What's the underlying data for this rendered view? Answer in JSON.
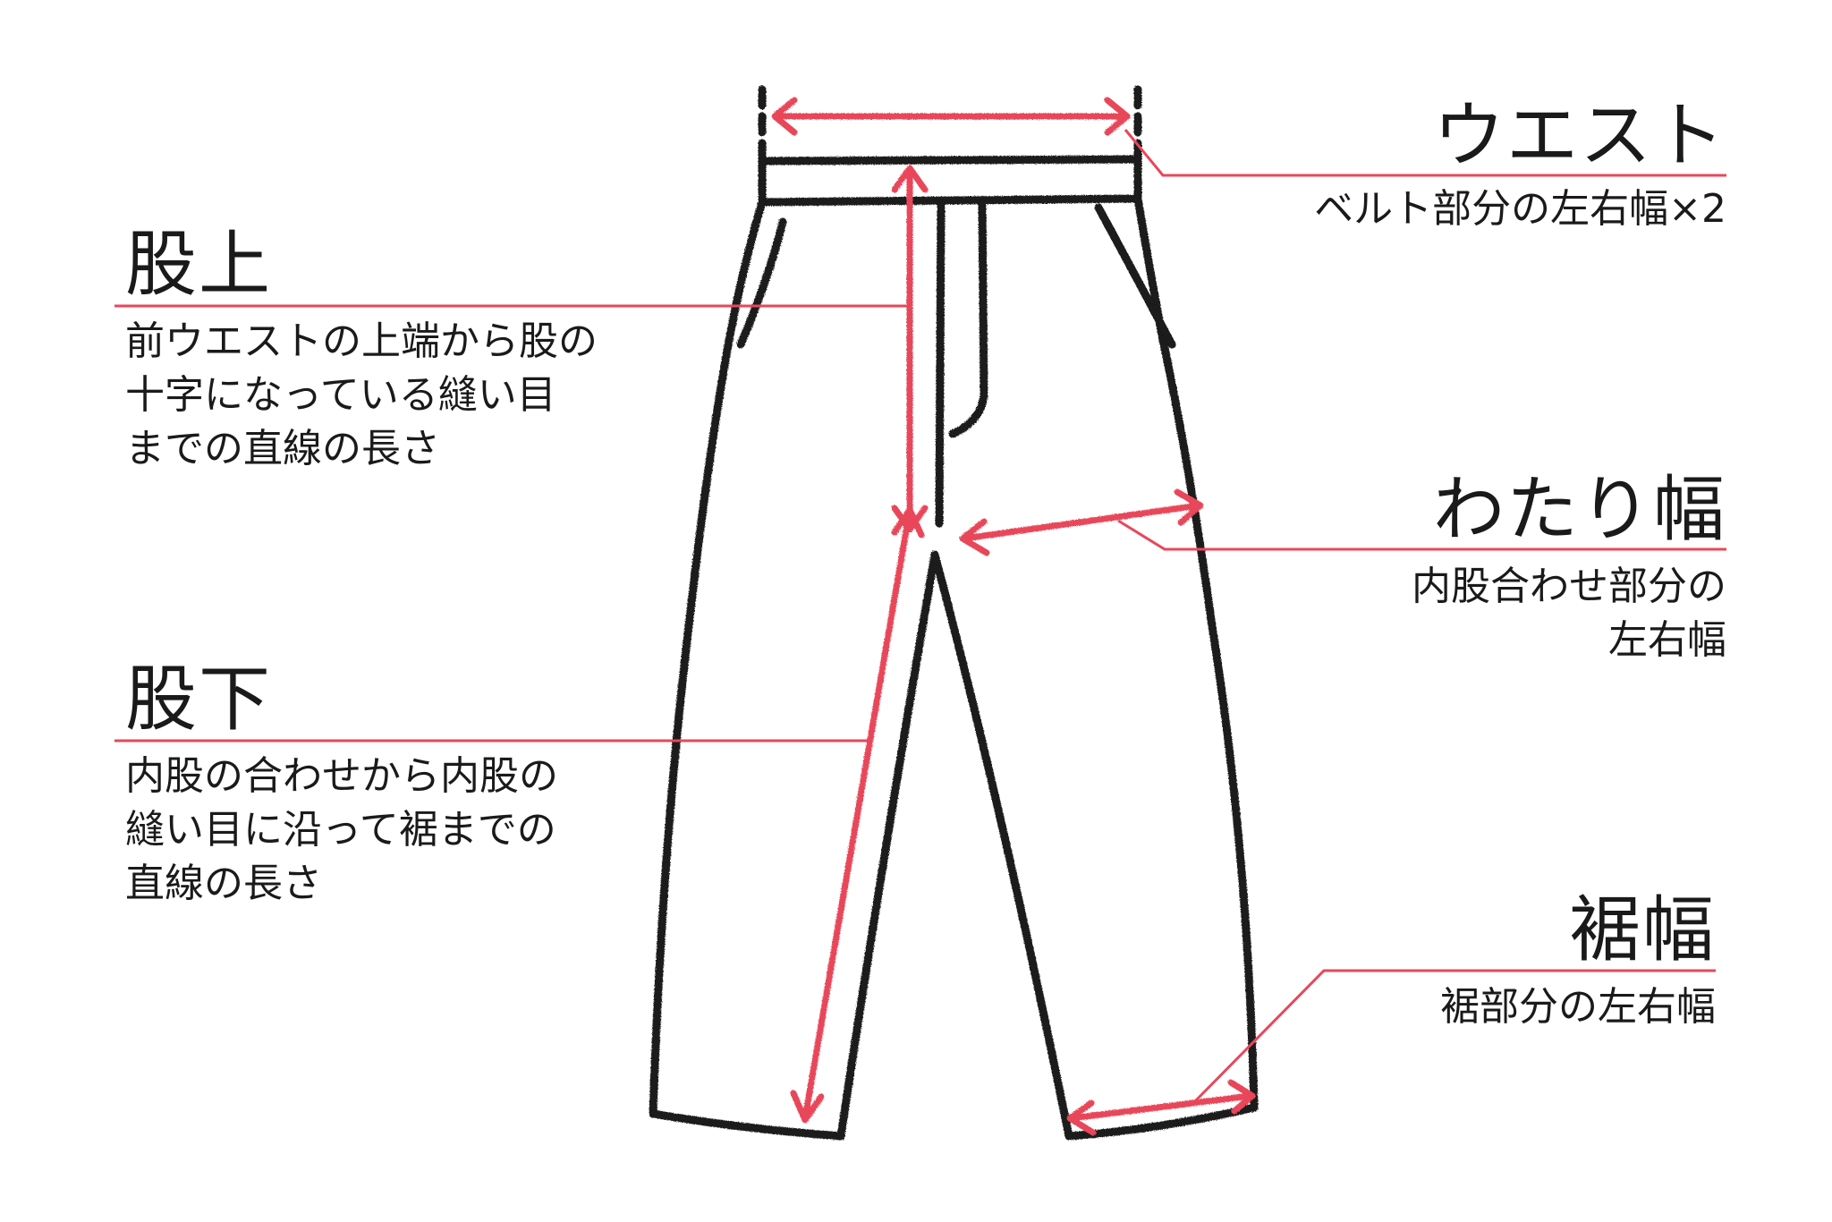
{
  "colors": {
    "accent": "#e8475a",
    "outline": "#1a1a1a",
    "background": "#ffffff"
  },
  "labels": {
    "waist": {
      "title": "ウエスト",
      "desc": "ベルト部分の左右幅×2"
    },
    "rise": {
      "title": "股上",
      "desc": "前ウエストの上端から股の\n十字になっている縫い目\nまでの直線の長さ"
    },
    "thigh": {
      "title": "わたり幅",
      "desc": "内股合わせ部分の\n左右幅"
    },
    "inseam": {
      "title": "股下",
      "desc": "内股の合わせから内股の\n縫い目に沿って裾までの\n直線の長さ"
    },
    "hem": {
      "title": "裾幅",
      "desc": "裾部分の左右幅"
    }
  }
}
